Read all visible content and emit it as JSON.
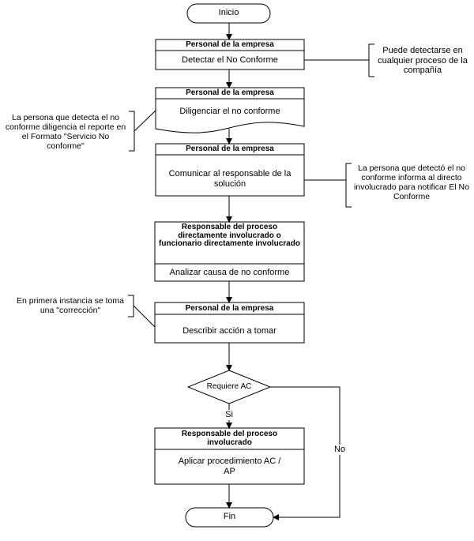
{
  "start": "Inicio",
  "end": "Fin",
  "steps": [
    {
      "role": "Personal de la empresa",
      "action": "Detectar el No Conforme"
    },
    {
      "role": "Personal de la empresa",
      "action": "Diligenciar el no conforme"
    },
    {
      "role": "Personal de la empresa",
      "action": "Comunicar al responsable de la solución"
    },
    {
      "role": "Responsable del proceso directamente involucrado o funcionario directamente involucrado",
      "action": "Analizar causa de no conforme"
    },
    {
      "role": "Personal de la empresa",
      "action": "Describir acción a tomar"
    },
    {
      "role": "Responsable del proceso involucrado",
      "action": "Aplicar procedimiento AC / AP"
    }
  ],
  "decision": {
    "label": "Requiere AC",
    "yes": "Si",
    "no": "No"
  },
  "notes": [
    "Puede detectarse en cualquier proceso de la compañía",
    "La persona que detecta el no conforme diligencia el reporte en el Formato \"Servicio No conforme\"",
    "La persona que detectó el no conforme informa al directo involucrado para notificar El No Conforme",
    "En primera instancia se toma una \"corrección\""
  ]
}
